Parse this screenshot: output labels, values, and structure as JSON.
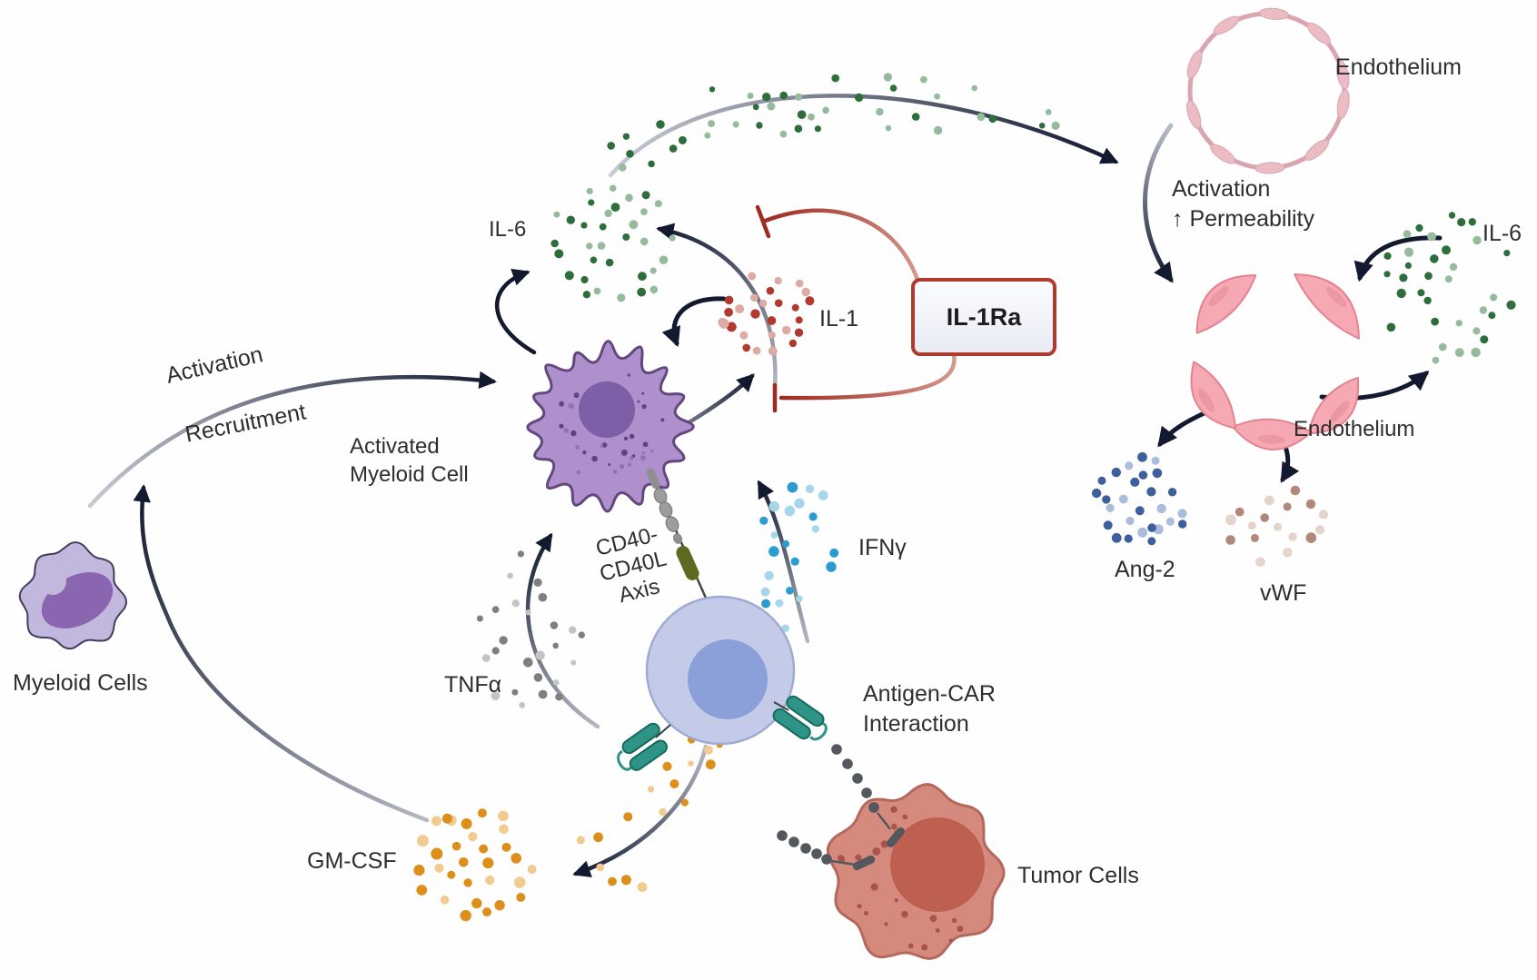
{
  "title": "CAR T-cell cytokine release and endothelial activation diagram",
  "labels": {
    "endothelium_top": "Endothelium",
    "endo_activation_line1": "Activation",
    "endo_activation_line2": "↑ Permeability",
    "il6_right": "IL-6",
    "endothelium_bottom": "Endothelium",
    "ang2": "Ang-2",
    "vwf": "vWF",
    "il6_left": "IL-6",
    "il1": "IL-1",
    "il1ra": "IL-1Ra",
    "activation": "Activation",
    "recruitment": "Recruitment",
    "activated_myeloid_line1": "Activated",
    "activated_myeloid_line2": "Myeloid Cell",
    "myeloid_cells": "Myeloid Cells",
    "cd40_line1": "CD40-",
    "cd40_line2": "CD40L",
    "cd40_line3": "Axis",
    "ifng": "IFNγ",
    "tnfa": "TNFα",
    "gmcsf": "GM-CSF",
    "antigen_car_line1": "Antigen-CAR",
    "antigen_car_line2": "Interaction",
    "tumor_cells": "Tumor Cells"
  },
  "colors": {
    "arrow": "#131a30",
    "inhibition": "#9e2b22",
    "il1ra_border": "#b13a2e",
    "endothelium_ring": "#d9a5b0",
    "endothelium_bump": "#ecbcc4",
    "endo_cell_fill": "#f6a9b2",
    "endo_cell_stroke": "#e2838f",
    "endo_cell_nucleus": "#ec98a2",
    "myeloid_body": "#c2b8de",
    "myeloid_stroke": "#443d5e",
    "myeloid_nucleus": "#8b66b0",
    "act_myeloid_body": "#ae90cc",
    "act_myeloid_stroke": "#63487e",
    "act_myeloid_nucleus": "#7d5fa7",
    "act_myeloid_speckle": "#5f4488",
    "tcell_body": "#c3cbe8",
    "tcell_stroke": "#9fabd3",
    "tcell_nucleus": "#8b9fd8",
    "tumor_body": "#d68a7e",
    "tumor_stroke": "#b4685c",
    "tumor_nucleus": "#bd6050",
    "tumor_speckle": "#a9544a",
    "car_fill": "#2d9486",
    "car_stroke": "#17695e",
    "antigen": "#54585c",
    "cd40l": "#5c6b21",
    "bead": "#9d9d9d",
    "text": "#2e2e2e"
  },
  "molecule_colors": {
    "il6": {
      "dark": "#2e6e3c",
      "light": "#96bb9c"
    },
    "il1": {
      "dark": "#b03a30",
      "light": "#ddaaa4"
    },
    "ifng": {
      "dark": "#2b9cd0",
      "light": "#a6d6ea"
    },
    "tnfa": {
      "dark": "#7f7f7f",
      "light": "#c4c4c4"
    },
    "gmcsf": {
      "dark": "#dd8f1b",
      "light": "#f2cb90"
    },
    "ang2": {
      "dark": "#3d5f9e",
      "light": "#abbdda"
    },
    "vwf": {
      "dark": "#b2887a",
      "light": "#e4d4cc"
    }
  }
}
